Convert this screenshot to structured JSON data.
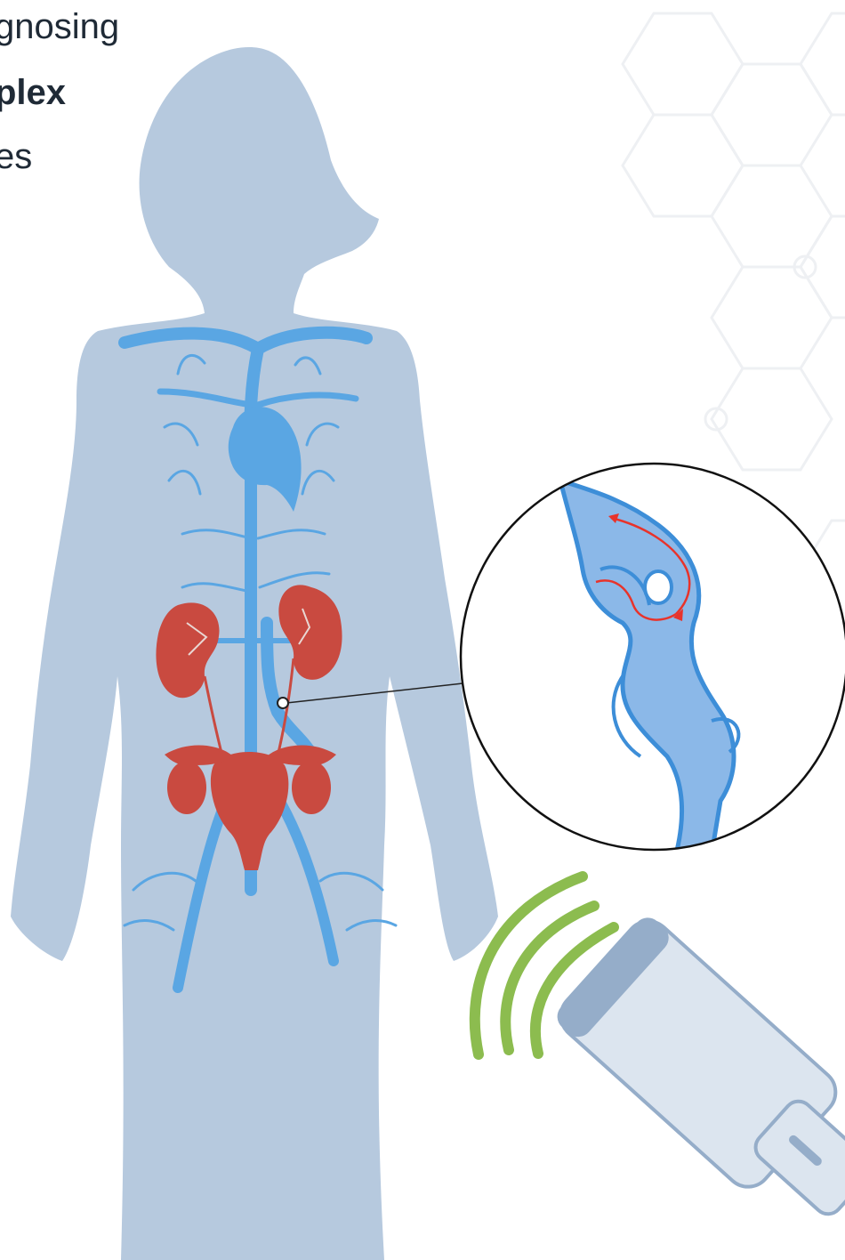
{
  "headline": {
    "line1": "gnosing",
    "line2": "plex",
    "line3": "es"
  },
  "colors": {
    "body": "#b6c9de",
    "veins": "#5aa6e3",
    "organs": "#c94a40",
    "ultrasound_waves": "#8cbc4f",
    "probe_body": "#dce5ef",
    "probe_accent": "#95adc9",
    "hexagon_lines": "#eef0f3",
    "callout_outline": "#111111"
  },
  "icons": {
    "probe": "ultrasound-probe-icon",
    "waves": "ultrasound-waves-icon"
  }
}
